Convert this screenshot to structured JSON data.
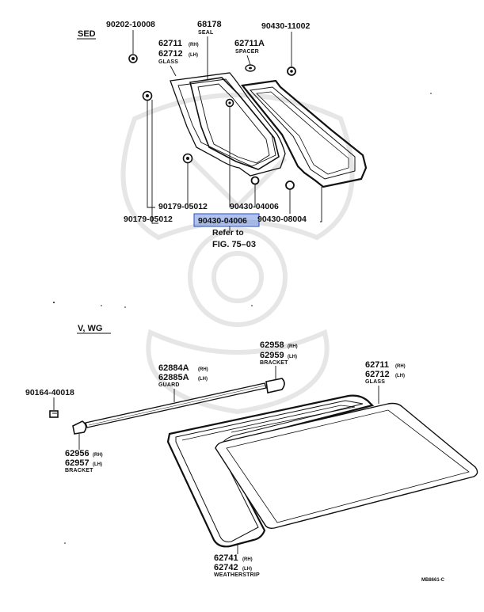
{
  "sections": {
    "sed": {
      "label": "SED"
    },
    "vwg": {
      "label": "V, WG"
    }
  },
  "sed_parts": {
    "p90202": "90202-10008",
    "p68178": "68178",
    "p68178_sub": "SEAL",
    "p90430_11002": "90430-11002",
    "p62711": "62711",
    "p62711_suf": "(RH)",
    "p62712": "62712",
    "p62712_suf": "(LH)",
    "glass_sub": "GLASS",
    "p62711A": "62711A",
    "p62711A_sub": "SPACER",
    "p90179_a": "90179-05012",
    "p90430_04006_a": "90430-04006",
    "p90179_b": "90179-05012",
    "p90430_04006_b": "90430-04006",
    "p90430_08004": "90430-08004",
    "refer_line1": "Refer to",
    "refer_line2": "FIG. 75–03"
  },
  "vwg_parts": {
    "p62958": "62958",
    "p62958_suf": "(RH)",
    "p62959": "62959",
    "p62959_suf": "(LH)",
    "bracket_sub": "BRACKET",
    "p62884A": "62884A",
    "p62884A_suf": "(RH)",
    "p62885A": "62885A",
    "p62885A_suf": "(LH)",
    "guard_sub": "GUARD",
    "p62711": "62711",
    "p62711_suf": "(RH)",
    "p62712": "62712",
    "p62712_suf": "(LH)",
    "glass_sub": "GLASS",
    "p90164": "90164-40018",
    "p62956": "62956",
    "p62956_suf": "(RH)",
    "p62957": "62957",
    "p62957_suf": "(LH)",
    "bracket2_sub": "BRACKET",
    "p62741": "62741",
    "p62741_suf": "(RH)",
    "p62742": "62742",
    "p62742_suf": "(LH)",
    "weather_sub": "WEATHERSTRIP"
  },
  "figure_code": "MB8661-C",
  "highlight_color": "#6f8fe0"
}
